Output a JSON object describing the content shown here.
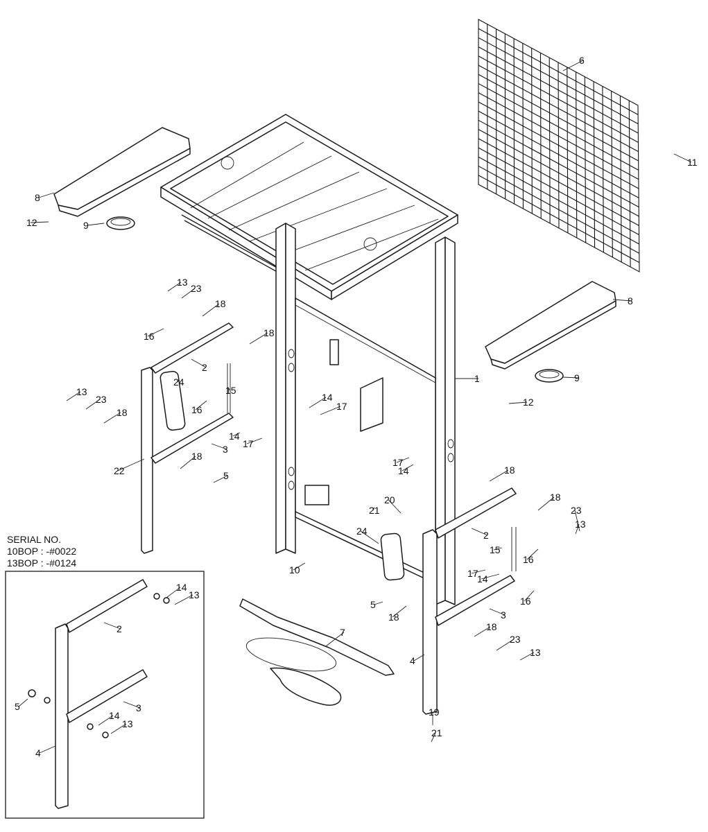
{
  "serial": {
    "title": "SERIAL NO.",
    "line1": "10BOP : -#0022",
    "line2": "13BOP : -#0124"
  },
  "callouts": [
    "1",
    "2",
    "3",
    "4",
    "5",
    "6",
    "7",
    "8",
    "9",
    "10",
    "11",
    "12",
    "13",
    "14",
    "15",
    "16",
    "17",
    "18",
    "19",
    "20",
    "21",
    "22",
    "23",
    "24"
  ]
}
